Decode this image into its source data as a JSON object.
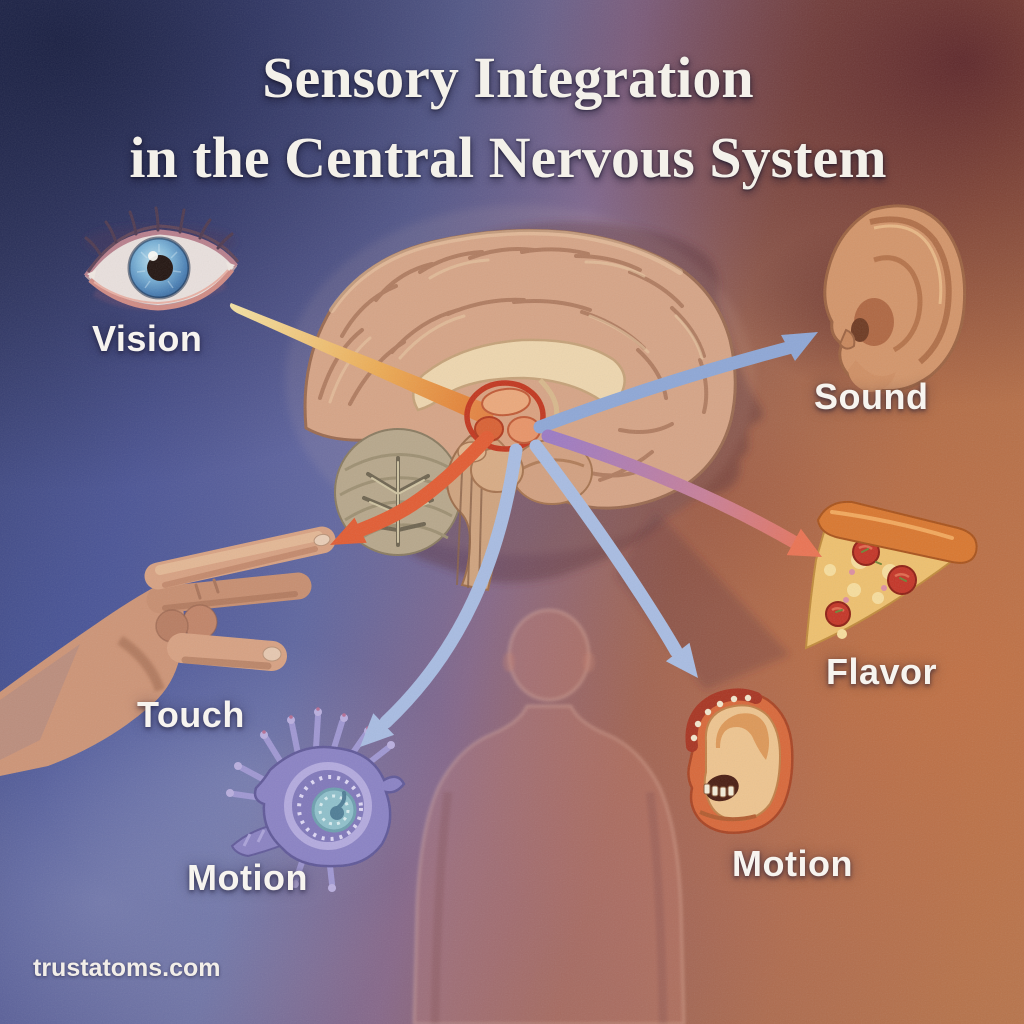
{
  "title": {
    "line1": "Sensory Integration",
    "line2": "in the Central Nervous System"
  },
  "labels": {
    "vision": "Vision",
    "sound": "Sound",
    "flavor": "Flavor",
    "touch": "Touch",
    "motion_left": "Motion",
    "motion_right": "Motion"
  },
  "watermark": "trustatoms.com",
  "colors": {
    "title_text": "#f4f1ea",
    "label_text": "#f7f4ef",
    "arrow_sound": "#8ea7d6",
    "arrow_motion": "#a8bce2",
    "arrow_touch": "#e25c33",
    "arrow_vision_start": "#f4e2a4",
    "arrow_vision_mid": "#ecab54",
    "arrow_vision_end": "#e0732e",
    "arrow_flavor_start": "#9b7ac4",
    "arrow_flavor_mid": "#c77f99",
    "arrow_flavor_end": "#ea7353",
    "hub_ring": "#c2371f"
  },
  "icons": {
    "eye": "eye-illustration",
    "ear": "ear-illustration",
    "pizza": "pizza-slice-illustration",
    "hand": "pointing-hand-illustration",
    "cochlea": "cochlea-hair-cell-illustration",
    "vestibular": "vestibular-organ-illustration",
    "brain": "brain-sagittal-illustration",
    "body": "human-body-silhouette",
    "head": "head-profile-silhouette"
  }
}
